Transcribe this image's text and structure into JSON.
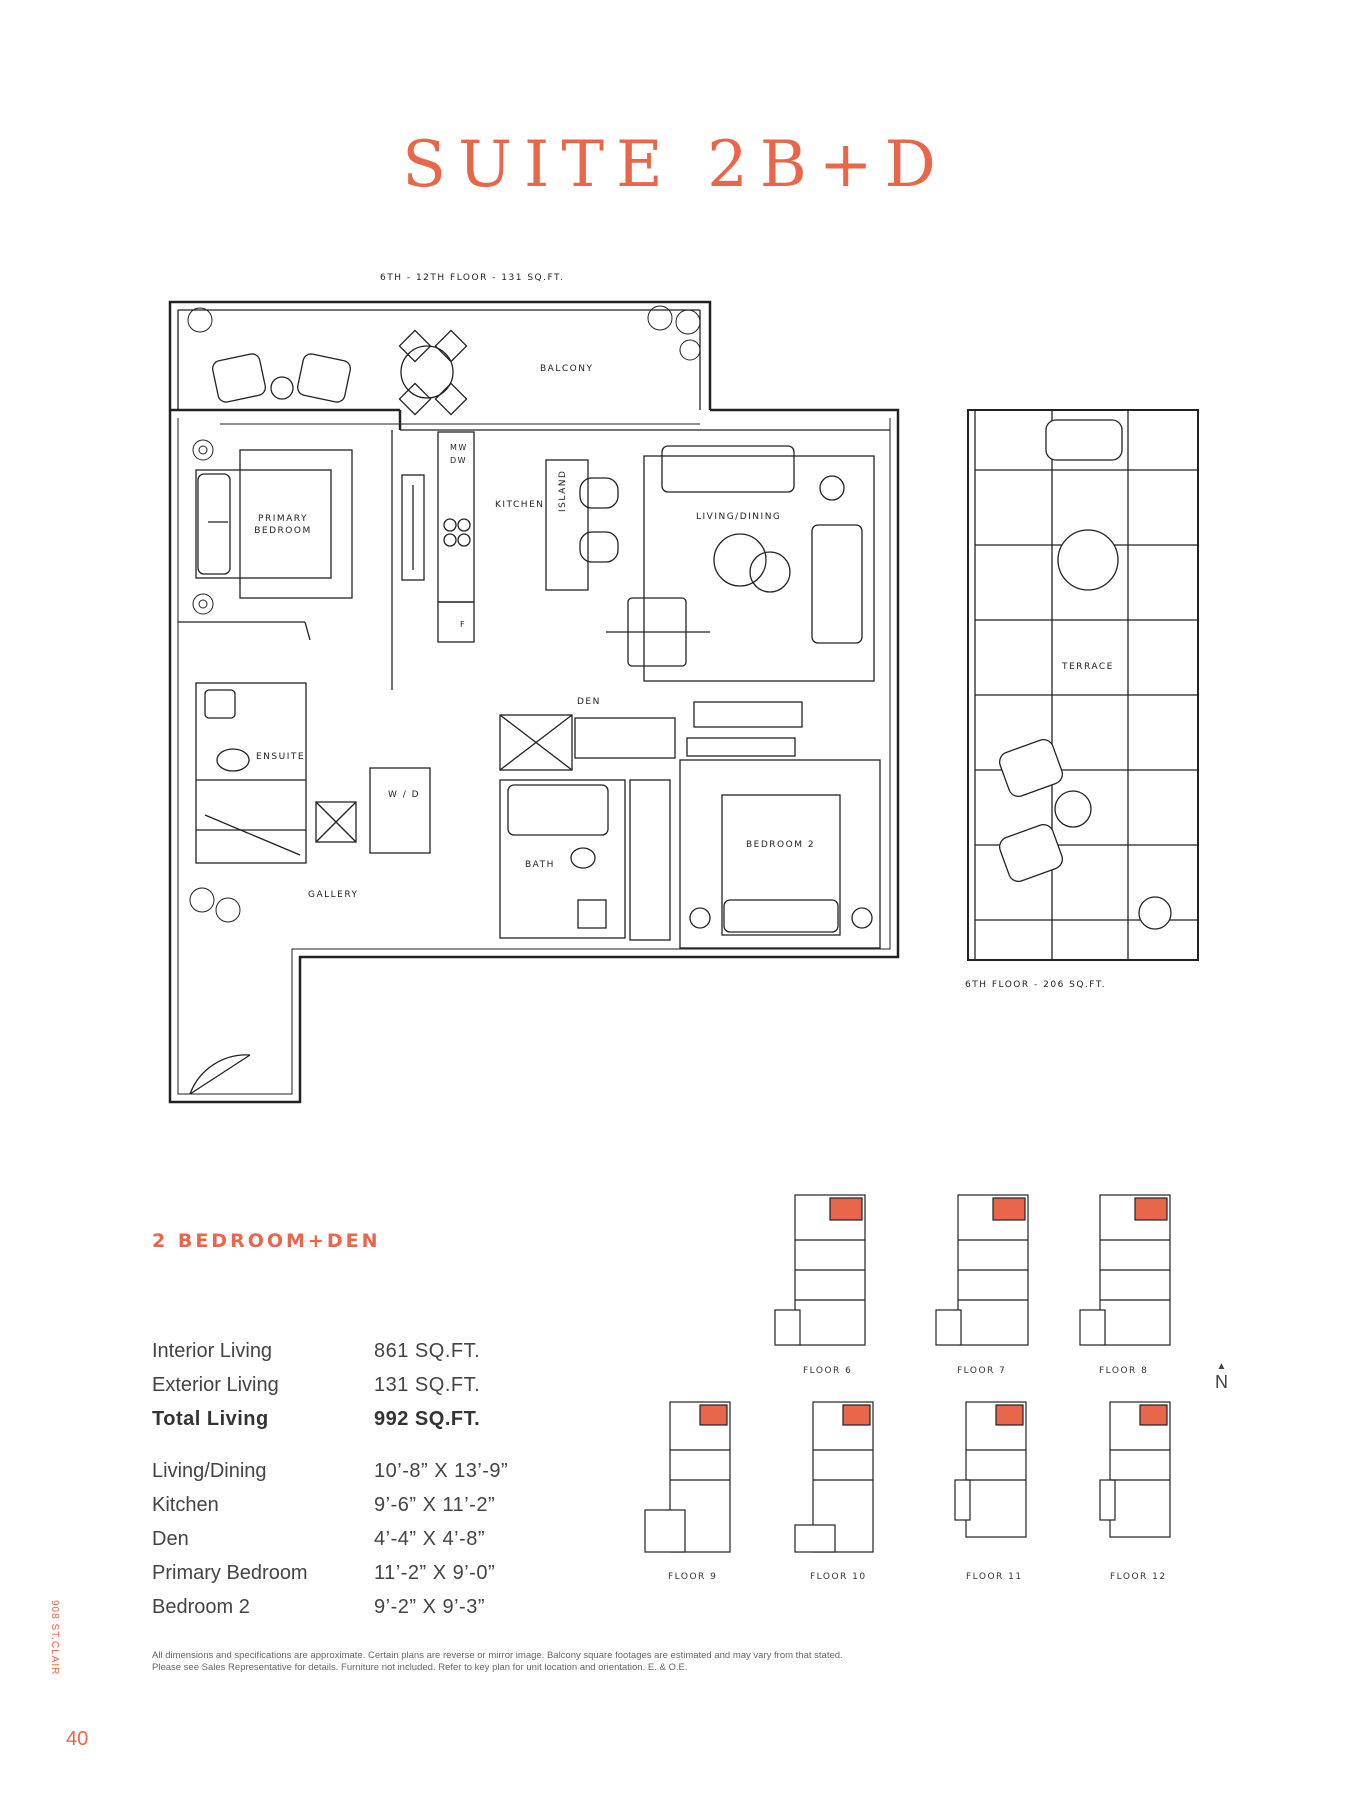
{
  "title": "SUITE 2B+D",
  "plan": {
    "balcony_area": "6TH - 12TH FLOOR - 131 SQ.FT.",
    "terrace_area": "6TH FLOOR - 206 SQ.FT.",
    "rooms": {
      "balcony": "BALCONY",
      "kitchen": "KITCHEN",
      "island": "ISLAND",
      "living_dining": "LIVING/DINING",
      "primary_bedroom": "PRIMARY BEDROOM",
      "den": "DEN",
      "ensuite": "ENSUITE",
      "wd": "W / D",
      "bath": "BATH",
      "bedroom2": "BEDROOM 2",
      "gallery": "GALLERY",
      "terrace": "TERRACE",
      "mw": "MW",
      "dw": "DW",
      "fridge": "F"
    }
  },
  "suite_type": "2 BEDROOM+DEN",
  "areas": [
    {
      "label": "Interior Living",
      "value": "861 SQ.FT."
    },
    {
      "label": "Exterior Living",
      "value": "131 SQ.FT."
    },
    {
      "label": "Total Living",
      "value": "992 SQ.FT."
    }
  ],
  "dimensions": [
    {
      "label": "Living/Dining",
      "value": "10’-8” X 13’-9”"
    },
    {
      "label": "Kitchen",
      "value": "9’-6” X 11’-2”"
    },
    {
      "label": "Den",
      "value": "4’-4” X 4’-8”"
    },
    {
      "label": "Primary Bedroom",
      "value": "11’-2” X 9’-0”"
    },
    {
      "label": "Bedroom 2",
      "value": "9’-2” X 9’-3”"
    }
  ],
  "key_plans": [
    "FLOOR 6",
    "FLOOR 7",
    "FLOOR 8",
    "FLOOR 9",
    "FLOOR 10",
    "FLOOR 11",
    "FLOOR 12"
  ],
  "north": "N",
  "disclaimer": "All dimensions and specifications are approximate. Certain plans are reverse or mirror image. Balcony square footages are estimated and may vary from that stated. Please see Sales Representative for details. Furniture not included. Refer to key plan for unit location and orientation. E. & O.E.",
  "side_text": "908 ST.CLAIR",
  "page_number": "40",
  "colors": {
    "accent": "#e8664a",
    "line": "#222222"
  }
}
